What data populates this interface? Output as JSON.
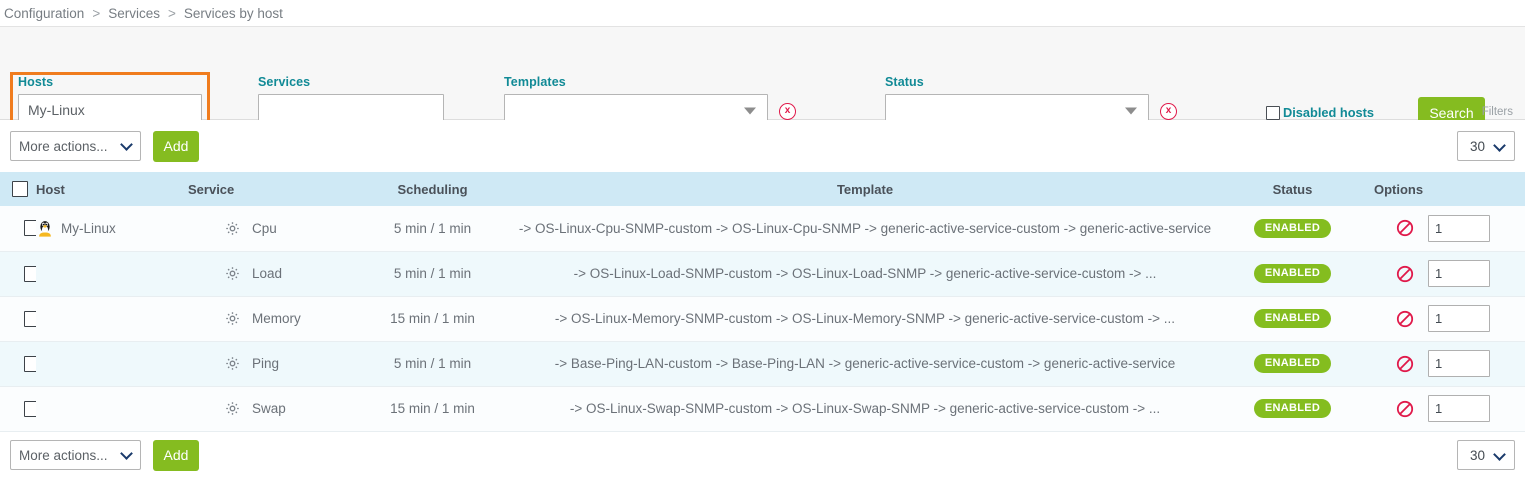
{
  "breadcrumb": {
    "items": [
      "Configuration",
      "Services",
      "Services by host"
    ],
    "separator": ">"
  },
  "filters": {
    "hosts": {
      "label": "Hosts",
      "value": "My-Linux",
      "placeholder": ""
    },
    "services": {
      "label": "Services",
      "value": "",
      "placeholder": ""
    },
    "templates": {
      "label": "Templates",
      "value": "",
      "clear_label": "x"
    },
    "status": {
      "label": "Status",
      "value": "",
      "clear_label": "x"
    },
    "disabled_hosts": {
      "label": "Disabled hosts",
      "checked": false
    },
    "search_button": "Search",
    "filters_tag": "Filters",
    "highlight_color": "#f07c1e"
  },
  "toolbar_top": {
    "more_actions": "More actions...",
    "add_label": "Add",
    "page_size": "30"
  },
  "toolbar_bottom": {
    "more_actions": "More actions...",
    "add_label": "Add",
    "page_size": "30"
  },
  "table": {
    "columns": [
      "Host",
      "Service",
      "Scheduling",
      "Template",
      "Status",
      "Options"
    ],
    "rows": [
      {
        "host": "My-Linux",
        "host_icon": "linux-penguin-icon",
        "service": "Cpu",
        "scheduling": "5 min / 1 min",
        "template": "-> OS-Linux-Cpu-SNMP-custom -> OS-Linux-Cpu-SNMP -> generic-active-service-custom -> generic-active-service",
        "status": "ENABLED",
        "quantity": "1"
      },
      {
        "host": "",
        "host_icon": "",
        "service": "Load",
        "scheduling": "5 min / 1 min",
        "template": "-> OS-Linux-Load-SNMP-custom -> OS-Linux-Load-SNMP -> generic-active-service-custom -> ...",
        "status": "ENABLED",
        "quantity": "1"
      },
      {
        "host": "",
        "host_icon": "",
        "service": "Memory",
        "scheduling": "15 min / 1 min",
        "template": "-> OS-Linux-Memory-SNMP-custom -> OS-Linux-Memory-SNMP -> generic-active-service-custom -> ...",
        "status": "ENABLED",
        "quantity": "1"
      },
      {
        "host": "",
        "host_icon": "",
        "service": "Ping",
        "scheduling": "5 min / 1 min",
        "template": "-> Base-Ping-LAN-custom -> Base-Ping-LAN -> generic-active-service-custom -> generic-active-service",
        "status": "ENABLED",
        "quantity": "1"
      },
      {
        "host": "",
        "host_icon": "",
        "service": "Swap",
        "scheduling": "15 min / 1 min",
        "template": "-> OS-Linux-Swap-SNMP-custom -> OS-Linux-Swap-SNMP -> generic-active-service-custom -> ...",
        "status": "ENABLED",
        "quantity": "1"
      }
    ]
  },
  "colors": {
    "accent_green": "#85bc20",
    "label_teal": "#118a96",
    "header_blue": "#cfe9f5",
    "clear_red": "#e0194a",
    "highlight_orange": "#f07c1e"
  }
}
